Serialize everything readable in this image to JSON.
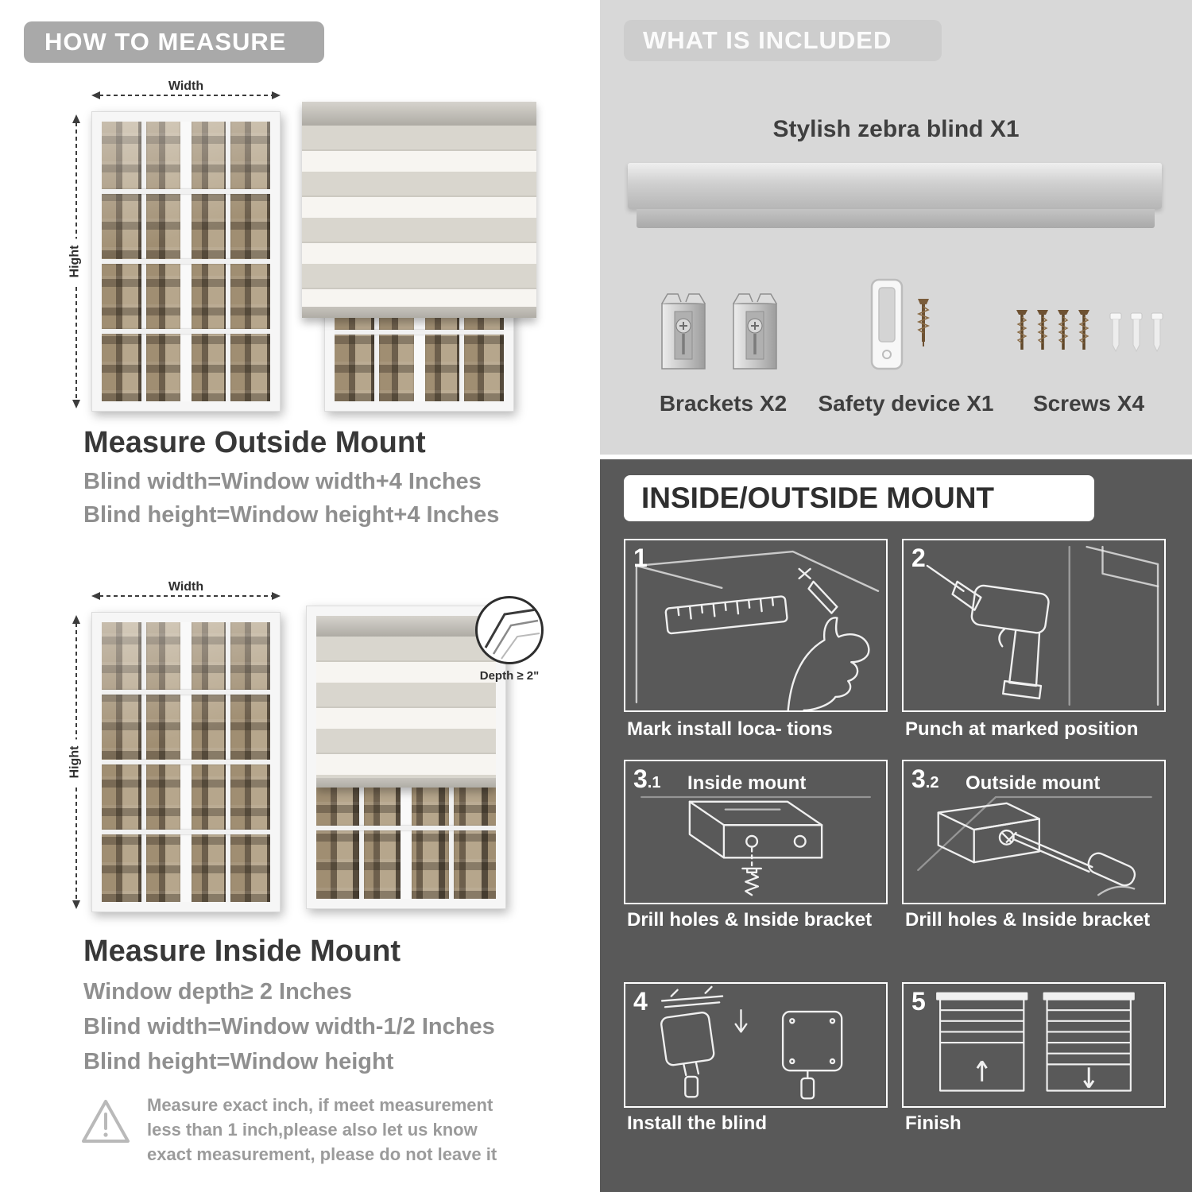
{
  "left": {
    "header": "HOW TO MEASURE",
    "outside": {
      "heading": "Measure Outside Mount",
      "width_label": "Width",
      "height_label": "Hight",
      "lines": [
        "Blind width=Window width+4 Inches",
        "Blind height=Window height+4 Inches"
      ]
    },
    "inside": {
      "heading": "Measure Inside Mount",
      "width_label": "Width",
      "height_label": "Hight",
      "depth_label": "Depth ≥ 2\"",
      "lines": [
        "Window depth≥ 2 Inches",
        "Blind width=Window width-1/2 Inches",
        "Blind height=Window height"
      ]
    },
    "warning": {
      "text": "Measure exact inch, if meet measurement less than 1 inch,please also let us know exact measurement, please do not leave it"
    }
  },
  "included": {
    "header": "WHAT IS INCLUDED",
    "product_label": "Stylish zebra blind X1",
    "items": [
      {
        "label": "Brackets X2"
      },
      {
        "label": "Safety device X1"
      },
      {
        "label": "Screws X4"
      }
    ]
  },
  "mount": {
    "header": "INSIDE/OUTSIDE MOUNT",
    "steps": [
      {
        "num": "1",
        "caption": "Mark install loca- tions"
      },
      {
        "num": "2",
        "caption": "Punch at  marked position"
      },
      {
        "num": "3",
        "sub": ".1",
        "title": "Inside mount",
        "caption": "Drill holes &  Inside bracket"
      },
      {
        "num": "3",
        "sub": ".2",
        "title": "Outside mount",
        "caption": "Drill holes &  Inside bracket"
      },
      {
        "num": "4",
        "caption": "Install the blind"
      },
      {
        "num": "5",
        "caption": "Finish"
      }
    ]
  },
  "colors": {
    "header_pill_gray": "#a9a9a9",
    "included_bg": "#d8d8d8",
    "mount_bg": "#595959",
    "heading_dark": "#3f3f3f",
    "body_gray": "#8f8f8f"
  }
}
